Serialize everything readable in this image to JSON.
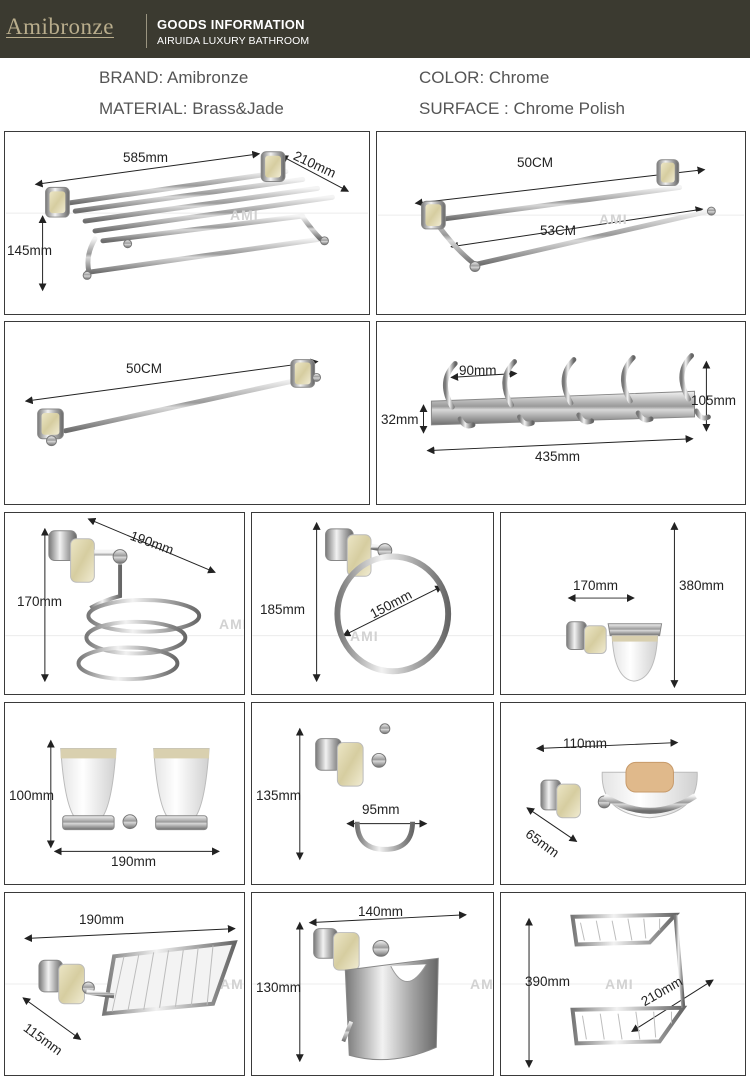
{
  "header": {
    "logo": "Amibronze",
    "title": "GOODS  INFORMATION",
    "subtitle": "AIRUIDA LUXURY BATHROOM"
  },
  "info": {
    "brand": "BRAND: Amibronze",
    "color": "COLOR: Chrome",
    "material": "MATERIAL: Brass&Jade",
    "surface": "SURFACE : Chrome Polish"
  },
  "watermark": "AMI",
  "products": {
    "towel_rack": {
      "length": "585mm",
      "depth": "210mm",
      "height": "145mm"
    },
    "double_towel_bar": {
      "top": "50CM",
      "bottom": "53CM"
    },
    "single_towel_bar": {
      "length": "50CM"
    },
    "robe_hooks": {
      "spacing": "90mm",
      "height": "105mm",
      "depth": "32mm",
      "length": "435mm"
    },
    "hair_dryer_holder": {
      "length": "190mm",
      "height": "170mm"
    },
    "towel_ring": {
      "height": "185mm",
      "diameter": "150mm"
    },
    "toilet_brush": {
      "width": "170mm",
      "height": "380mm"
    },
    "double_tumbler": {
      "height": "100mm",
      "width": "190mm"
    },
    "robe_hook_single": {
      "height": "135mm",
      "width": "95mm"
    },
    "soap_dish": {
      "width": "110mm",
      "depth": "65mm"
    },
    "soap_basket": {
      "width": "190mm",
      "depth": "115mm"
    },
    "paper_holder": {
      "width": "140mm",
      "height": "130mm"
    },
    "corner_basket": {
      "height": "390mm",
      "width": "210mm"
    }
  }
}
